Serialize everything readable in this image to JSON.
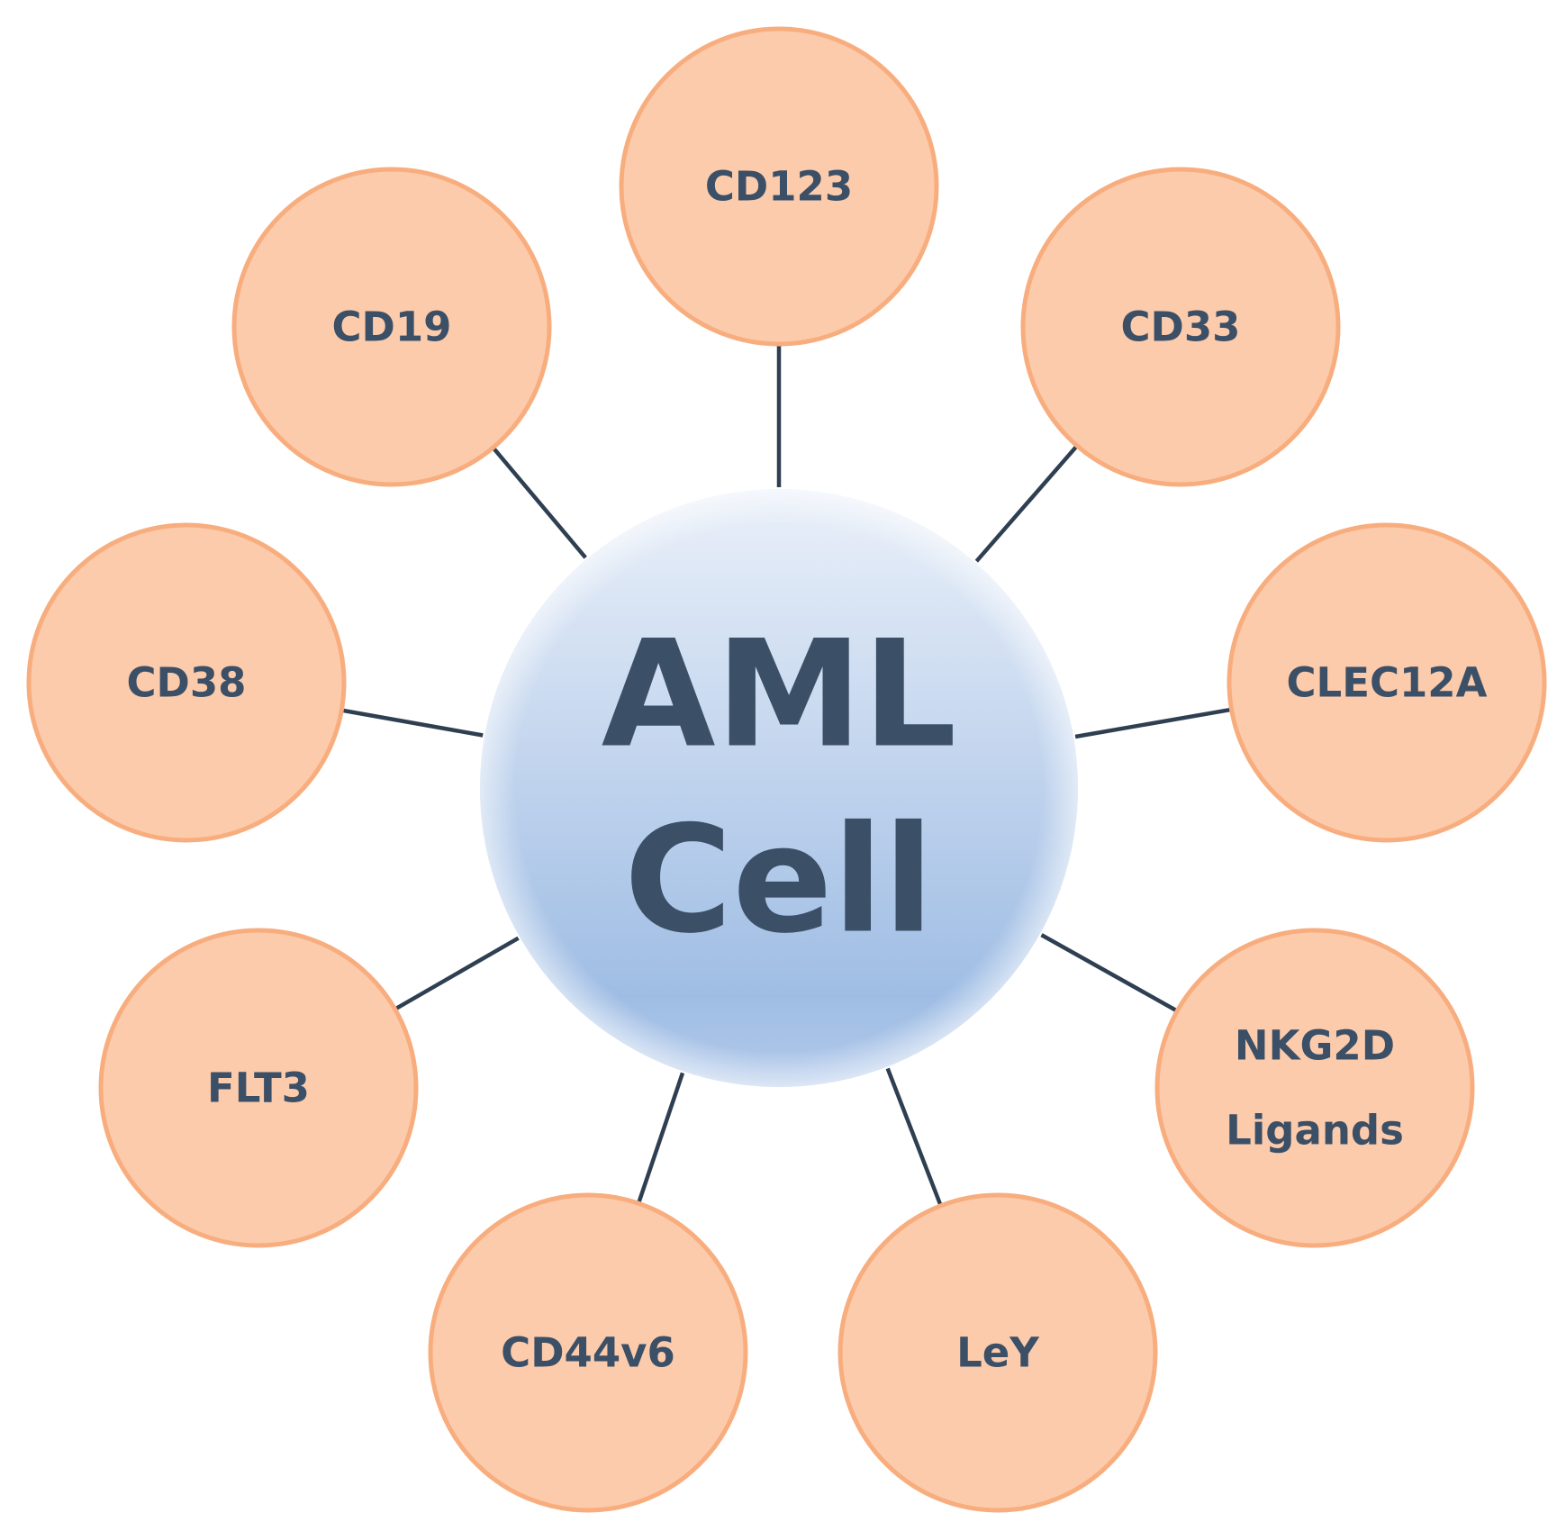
{
  "colors": {
    "node_fill": "#fccbab",
    "node_stroke": "#f8ad7e",
    "text": "#3b4f67",
    "connector": "#2f3f52",
    "center_gradient_top": "#eaf0f9",
    "center_gradient_bottom": "#9fbde4"
  },
  "center": {
    "lines": [
      "AML",
      "Cell"
    ]
  },
  "nodes": [
    {
      "id": "cd123",
      "lines": [
        "CD123"
      ]
    },
    {
      "id": "cd33",
      "lines": [
        "CD33"
      ]
    },
    {
      "id": "clec12a",
      "lines": [
        "CLEC12A"
      ]
    },
    {
      "id": "nkg2d-ligands",
      "lines": [
        "NKG2D",
        "Ligands"
      ]
    },
    {
      "id": "ley",
      "lines": [
        "LeY"
      ]
    },
    {
      "id": "cd44v6",
      "lines": [
        "CD44v6"
      ]
    },
    {
      "id": "flt3",
      "lines": [
        "FLT3"
      ]
    },
    {
      "id": "cd38",
      "lines": [
        "CD38"
      ]
    },
    {
      "id": "cd19",
      "lines": [
        "CD19"
      ]
    }
  ]
}
